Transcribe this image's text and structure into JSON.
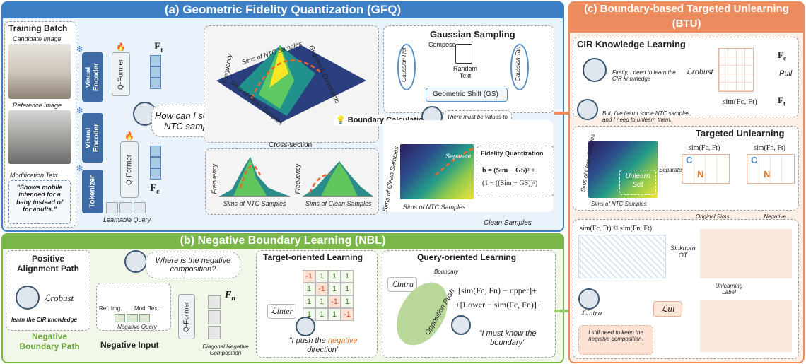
{
  "panel_a": {
    "title": "(a) Geometric Fidelity Quantization (GFQ)",
    "training_batch": "Training Batch",
    "candidate_image": "Candidate Image",
    "reference_image": "Reference Image",
    "modification_text": "Modification Text",
    "mod_text_quote": "\"Shows mobile intended for a baby instead of for adults.\"",
    "visual_encoder": "Visual Encoder",
    "tokenizer": "Tokenizer",
    "qformer": "Q-Former",
    "ft": "F",
    "ft_sub": "t",
    "fc": "F",
    "fc_sub": "c",
    "learnable_query": "Learnable Query",
    "question": "How can I separate NTC samples?",
    "sims_ntc": "Sims of NTC Samples",
    "sims_clean": "Sims of Clean Samples",
    "frequency": "Frequency",
    "geometric_constraints": "Geometric Constraints",
    "cross_section": "Cross-section",
    "boundary_calc": "Boundary Calculation",
    "gaussian_sampling": "Gaussian Sampling",
    "compose": "Compose",
    "gaussian_ref": "Gaussian Ref.",
    "gaussian_tar": "Gaussian Tar.",
    "random_text": "Random Text",
    "geometric_shift": "Geometric Shift (GS)",
    "must_be_values": "There must be values to separate samples.",
    "separate": "Separate",
    "fidelity_quant": "Fidelity Quantization",
    "formula_b": "b = (Sim − GS)² +",
    "formula_b2": "(1 − ((Sim − GS))²)",
    "clean_samples": "Clean Samples"
  },
  "panel_b": {
    "title": "(b) Negative Boundary Learning (NBL)",
    "positive_path": "Positive Alignment Path",
    "l_robust": "ℒrobust",
    "learn_cir": "learn the CIR knowledge",
    "negative_path": "Negative Boundary Path",
    "where_neg": "Where is the negative composition?",
    "ref_img": "Ref. Img.",
    "mod_text": "Mod. Text.",
    "negative_query": "Negative Query",
    "negative_input": "Negative Input",
    "qformer": "Q-Former",
    "fn": "F",
    "fn_sub": "n",
    "diag_neg": "Diagonal Negative Composition",
    "target_oriented": "Target-oriented Learning",
    "l_inter": "ℒinter",
    "push_neg_1": "\"I push the ",
    "push_neg_2": "negative",
    "push_neg_3": " direction\"",
    "matrix": [
      [
        "-1",
        "1",
        "1",
        "1"
      ],
      [
        "1",
        "-1",
        "1",
        "1"
      ],
      [
        "1",
        "1",
        "-1",
        "1"
      ],
      [
        "1",
        "1",
        "1",
        "-1"
      ]
    ],
    "query_oriented": "Query-oriented Learning",
    "l_intra": "ℒintra",
    "boundary": "Boundary",
    "opposition_push": "Opposition Push",
    "formula_1": "[sim(Fc, Fn) − upper]+",
    "formula_2": "+[Lower − sim(Fc, Fn)]+",
    "must_know": "\"I must know the boundary\""
  },
  "panel_c": {
    "title": "(c) Boundary-based Targeted Unlearning (BTU)",
    "cir_knowledge": "CIR Knowledge Learning",
    "firstly": "Firstly, I need to learn the CIR knowledge",
    "l_robust": "ℒrobust",
    "pull": "Pull",
    "sim_fc_ft": "sim(Fc, Ft)",
    "but_learnt": "But, I've learnt some NTC samples, and I need to unlearn them.",
    "targeted_unlearning": "Targeted Unlearning",
    "sim_fc_ft2": "sim(Fc, Ft)",
    "sim_fn_ft": "sim(Fn, Ft)",
    "separate": "Separate",
    "unlearn_set": "Unlearn Set",
    "sims_clean": "Sims of Clean Samples",
    "sims_ntc": "Sims of NTC Samples",
    "original_sims": "Original Sims",
    "negative_boundary": "Negative Boundary",
    "concat": "sim(Fc, Ft) © sim(Fn, Ft)",
    "sinkhorn": "Sinkhorn OT",
    "unlearning_label": "Unlearning Label",
    "l_intra": "ℒintra",
    "l_ul": "ℒul",
    "still_need": "I still need to keep the negative composition.",
    "c_letter": "C",
    "n_letter": "N"
  },
  "colors": {
    "blue": "#3d7fc4",
    "green": "#7ab648",
    "orange": "#ec8b5e"
  }
}
